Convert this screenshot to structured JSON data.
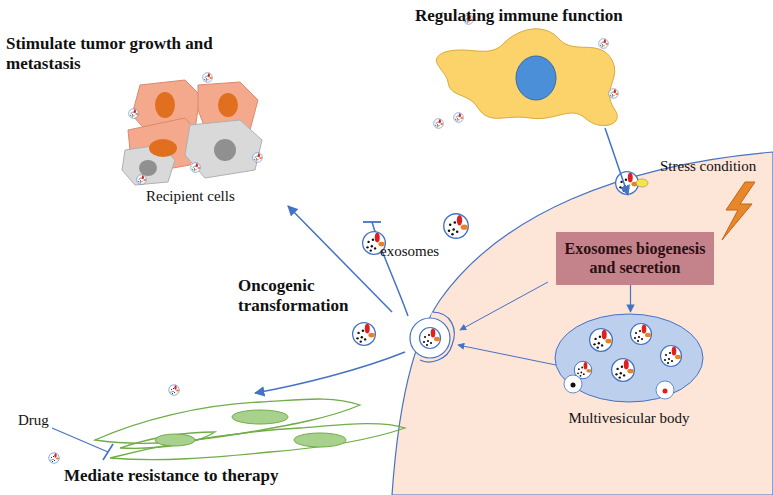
{
  "diagram": {
    "nodes": [
      {
        "text": [
          "Exosomes biogenesis and secretion"
        ]
      },
      {
        "text": [
          "Multivesicular body"
        ]
      }
    ],
    "edges": [
      {
        "from": 0,
        "to": 1,
        "arrow": "to"
      }
    ],
    "labels": [
      "Regulating immune function",
      "Stimulate tumor growth and metastasis",
      "Recipient cells",
      "Stress condition",
      "exosomes",
      "Oncogenic transformation",
      "Drug",
      "Mediate resistance to therapy"
    ]
  }
}
